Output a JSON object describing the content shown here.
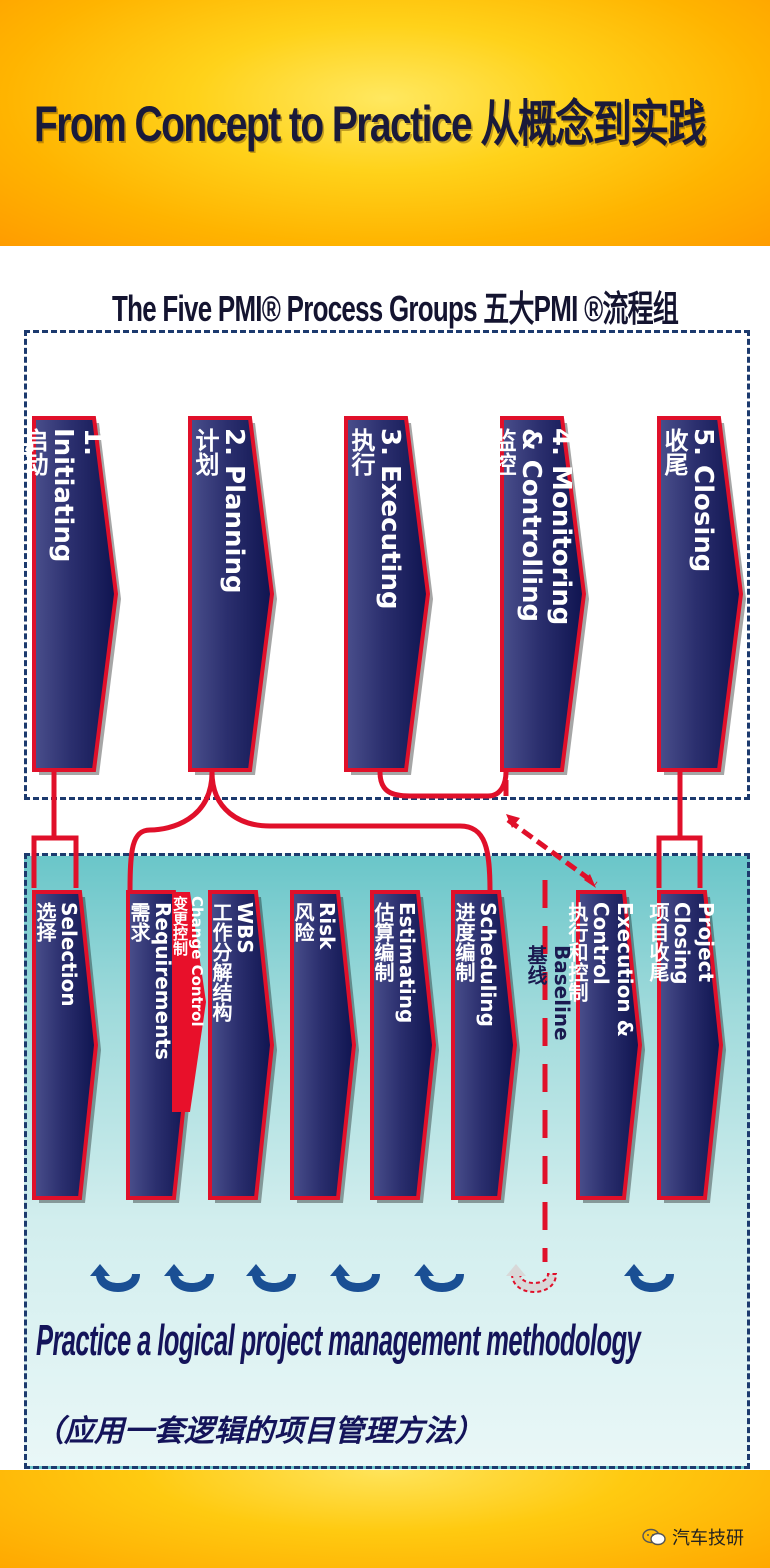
{
  "header": {
    "title": "From Concept to Practice 从概念到实践",
    "subtitle": "The Five PMI® Process Groups  五大PMI ®流程组"
  },
  "process_groups": [
    {
      "en": [
        "1.",
        "Initiating"
      ],
      "zh": "启动"
    },
    {
      "en": [
        "2. Planning"
      ],
      "zh": "计划"
    },
    {
      "en": [
        "3. Executing"
      ],
      "zh": "执行"
    },
    {
      "en": [
        "4. Monitoring",
        "& Controlling"
      ],
      "zh": "监控"
    },
    {
      "en": [
        "5. Closing"
      ],
      "zh": "收尾"
    }
  ],
  "practice_steps": [
    {
      "en": [
        "Selection"
      ],
      "zh": "选择"
    },
    {
      "en": [
        "Requirements"
      ],
      "zh": "需求",
      "overlay": "Change Control",
      "overlay_zh": "变更控制"
    },
    {
      "en": [
        "WBS"
      ],
      "zh": "工作分解结构"
    },
    {
      "en": [
        "Risk"
      ],
      "zh": "风险"
    },
    {
      "en": [
        "Estimating"
      ],
      "zh": "估算编制"
    },
    {
      "en": [
        "Scheduling"
      ],
      "zh": "进度编制"
    },
    {
      "en": [
        "Execution &",
        "Control"
      ],
      "zh": "执行和控制"
    },
    {
      "en": [
        "Project",
        "Closing"
      ],
      "zh": "项目收尾"
    }
  ],
  "baseline": {
    "en": "Baseline",
    "zh": "基线"
  },
  "footer": {
    "practice_en": "Practice a logical project management methodology",
    "practice_zh": "（应用一套逻辑的项目管理方法）",
    "watermark": "汽车技研"
  },
  "colors": {
    "arrow_fill_top": "#2b2f6e",
    "arrow_fill_bottom": "#0f1450",
    "arrow_border": "#e0102a",
    "connector": "#e0102a",
    "loop_icon": "#1a4f94"
  },
  "icons": [
    "loop-arrow-icon",
    "wechat-icon"
  ]
}
